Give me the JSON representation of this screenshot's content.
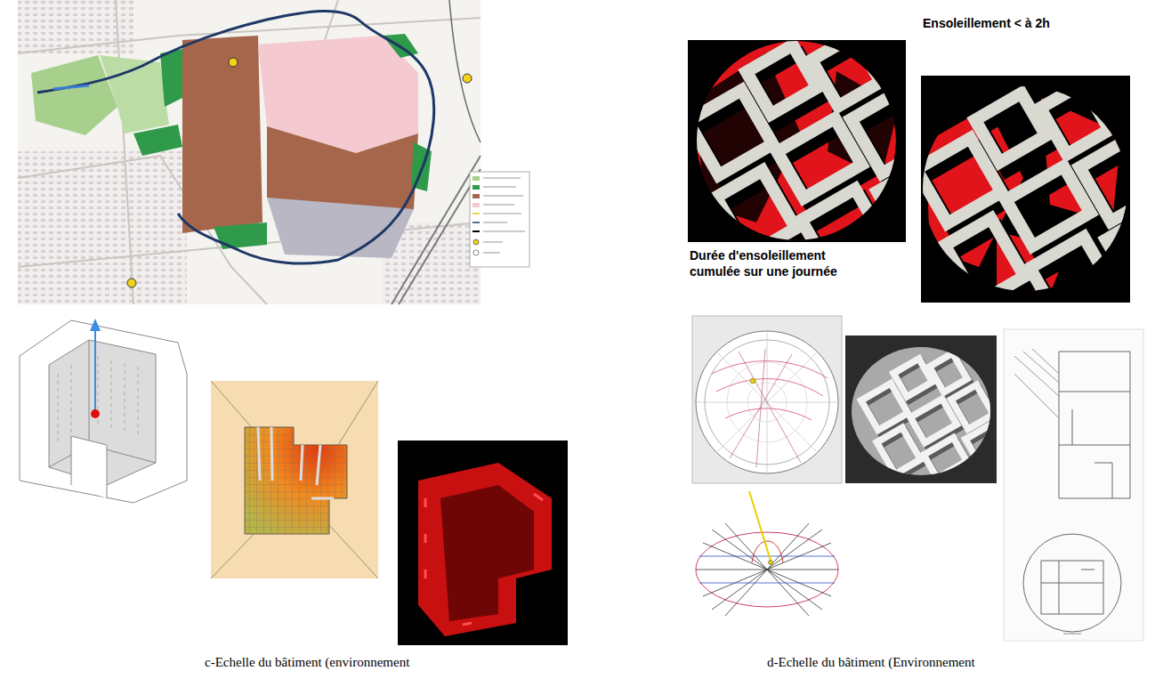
{
  "diagram": {
    "labels": [
      "Ensoleillement < à 2h",
      "Durée d'ensoleillement cumulée sur une journée",
      "c-Echelle du bâtiment (environnement",
      "d-Echelle du bâtiment (Environnement"
    ]
  }
}
